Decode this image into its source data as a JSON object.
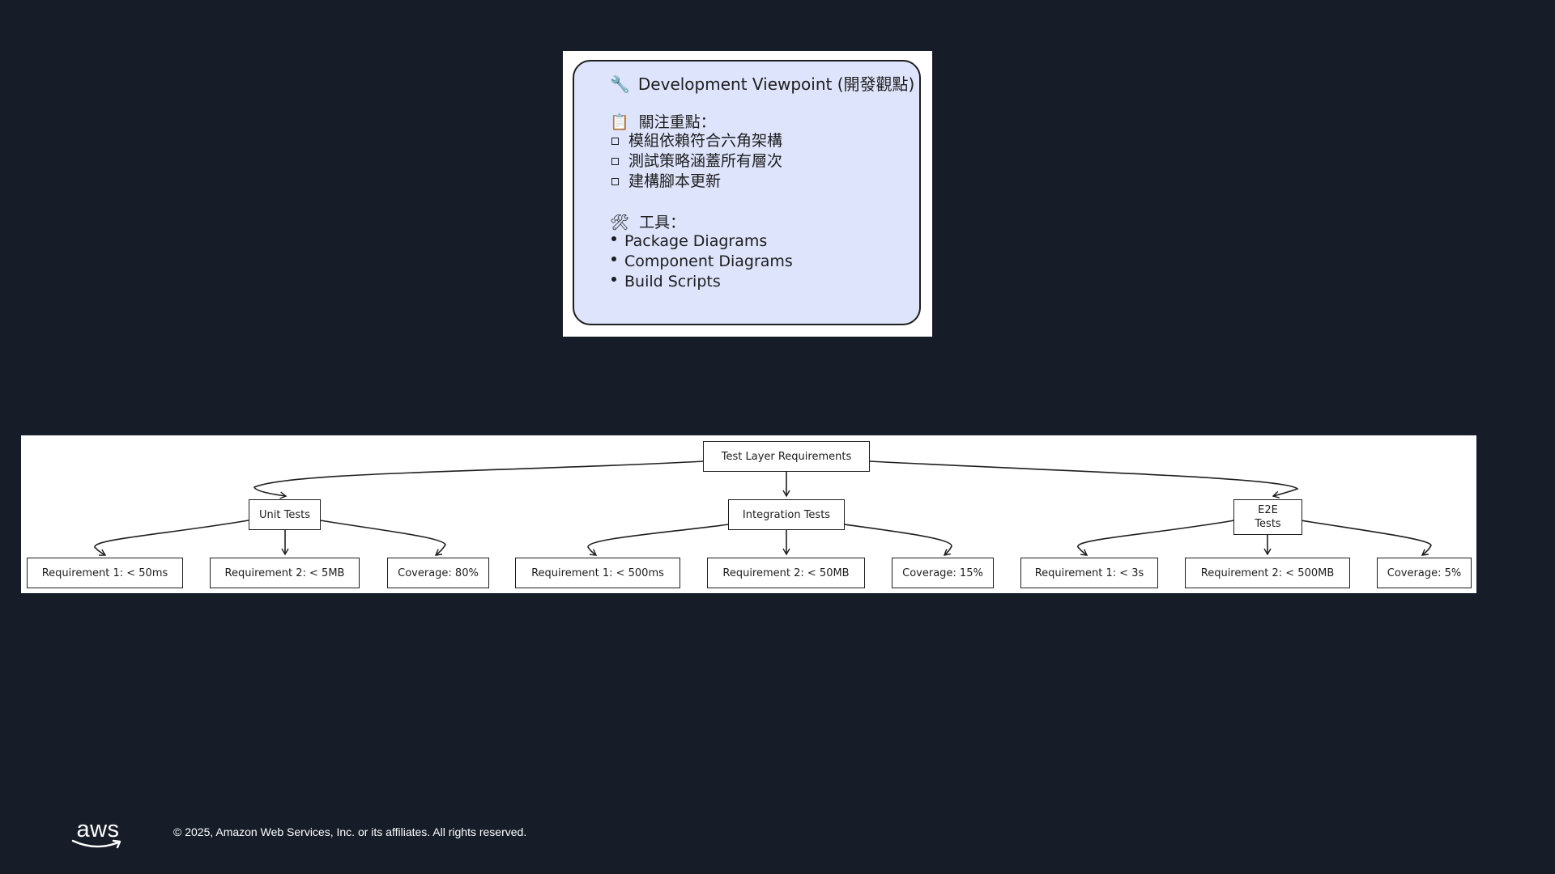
{
  "card": {
    "title_icon": "🔧",
    "title": "Development Viewpoint (開發觀點)",
    "focus_icon": "📋",
    "focus_heading": "關注重點：",
    "focus_items": [
      "模組依賴符合六角架構",
      "測試策略涵蓋所有層次",
      "建構腳本更新"
    ],
    "tools_icon": "🛠",
    "tools_heading": "工具：",
    "tools_items": [
      "Package Diagrams",
      "Component Diagrams",
      "Build Scripts"
    ]
  },
  "tree": {
    "root": "Test Layer Requirements",
    "groups": [
      {
        "name": "Unit Tests",
        "children": [
          "Requirement 1: < 50ms",
          "Requirement 2: < 5MB",
          "Coverage: 80%"
        ]
      },
      {
        "name": "Integration Tests",
        "children": [
          "Requirement 1: < 500ms",
          "Requirement 2: < 50MB",
          "Coverage: 15%"
        ]
      },
      {
        "name": "E2E Tests",
        "children": [
          "Requirement 1: < 3s",
          "Requirement 2: < 500MB",
          "Coverage: 5%"
        ]
      }
    ]
  },
  "footer": {
    "logo_text": "aws",
    "copyright": "© 2025, Amazon Web Services, Inc. or its affiliates. All rights reserved."
  }
}
